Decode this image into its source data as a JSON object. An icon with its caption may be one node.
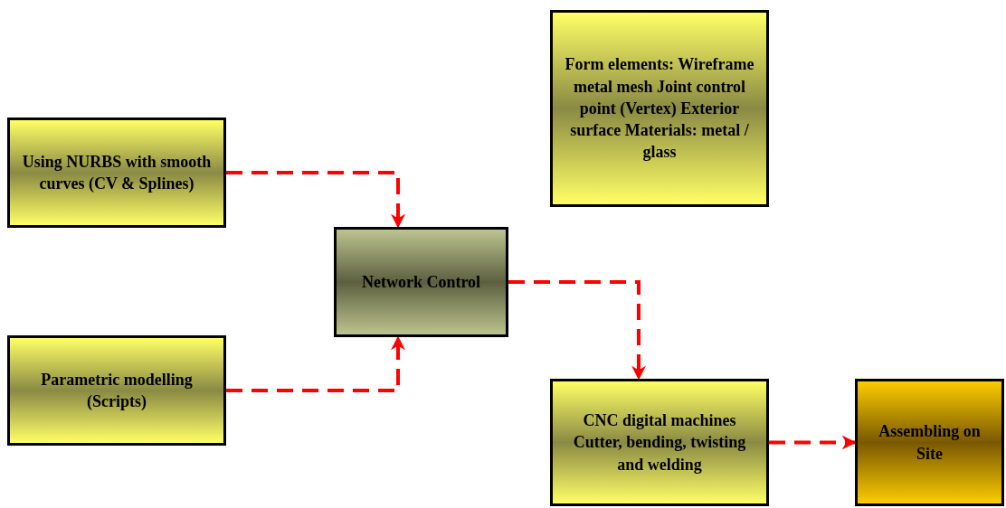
{
  "diagram": {
    "nodes": [
      {
        "text": [
          "Using NURBS with smooth curves (CV & Splines)"
        ]
      },
      {
        "text": [
          "Parametric modelling (Scripts)"
        ]
      },
      {
        "text": [
          "Network Control"
        ]
      },
      {
        "text": [
          "Form elements: Wireframe metal mesh Joint control point (Vertex) Exterior surface Materials: metal / glass"
        ]
      },
      {
        "text": [
          "CNC digital machines Cutter, bending, twisting and welding"
        ]
      },
      {
        "text": [
          "Assembling on Site"
        ]
      }
    ],
    "edges": [
      {
        "from": 0,
        "to": 2,
        "arrow": "to",
        "style": "dashed",
        "color": "#ff0000"
      },
      {
        "from": 1,
        "to": 2,
        "arrow": "to",
        "style": "dashed",
        "color": "#ff0000"
      },
      {
        "from": 2,
        "to": 4,
        "arrow": "to",
        "style": "dashed",
        "color": "#ff0000"
      },
      {
        "from": 4,
        "to": 5,
        "arrow": "to",
        "style": "dashed",
        "color": "#ff0000"
      }
    ]
  }
}
